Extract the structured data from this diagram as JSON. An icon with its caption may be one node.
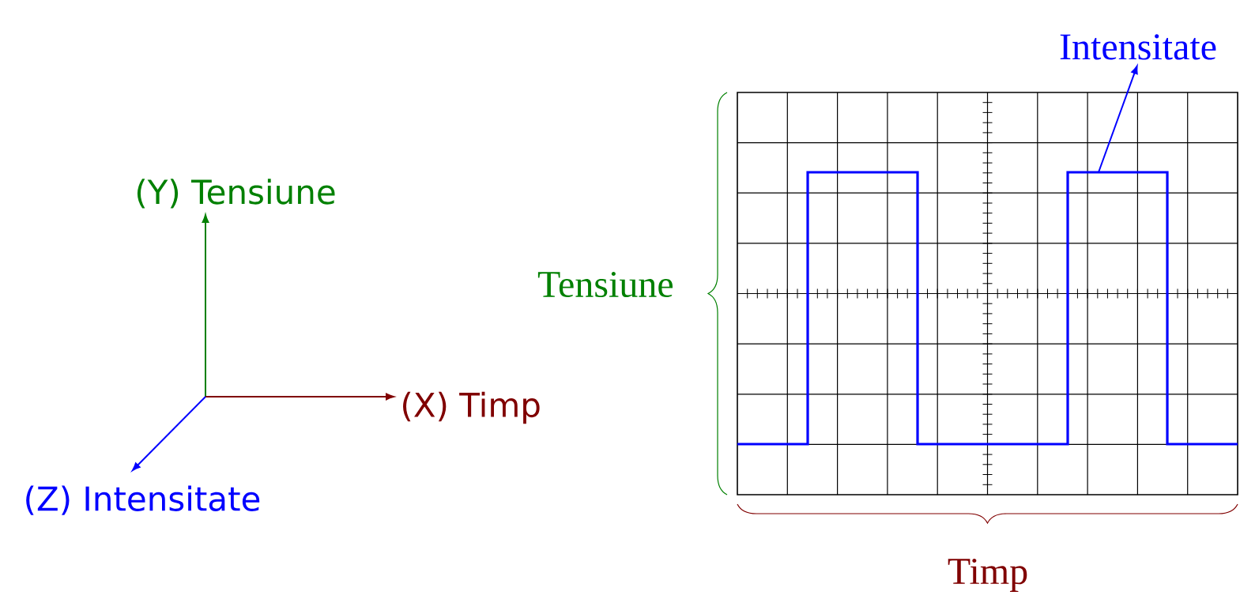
{
  "diagram": {
    "nodes": [
      {
        "text": [
          "(Y) Tensiune"
        ]
      },
      {
        "text": [
          "(X) Timp"
        ]
      },
      {
        "text": [
          "(Z) Intensitate"
        ]
      },
      {
        "text": [
          "Intensitate"
        ]
      }
    ],
    "edges": [
      {
        "from": null,
        "to": 0,
        "arrow": "to",
        "color": "#008000"
      },
      {
        "from": null,
        "to": 1,
        "arrow": "to",
        "color": "#800000"
      },
      {
        "from": null,
        "to": 2,
        "arrow": "to",
        "color": "#0000ff"
      },
      {
        "from": null,
        "to": 3,
        "arrow": "to",
        "color": "#0000ff"
      }
    ],
    "labels": [
      "Tensiune",
      "Timp"
    ]
  }
}
